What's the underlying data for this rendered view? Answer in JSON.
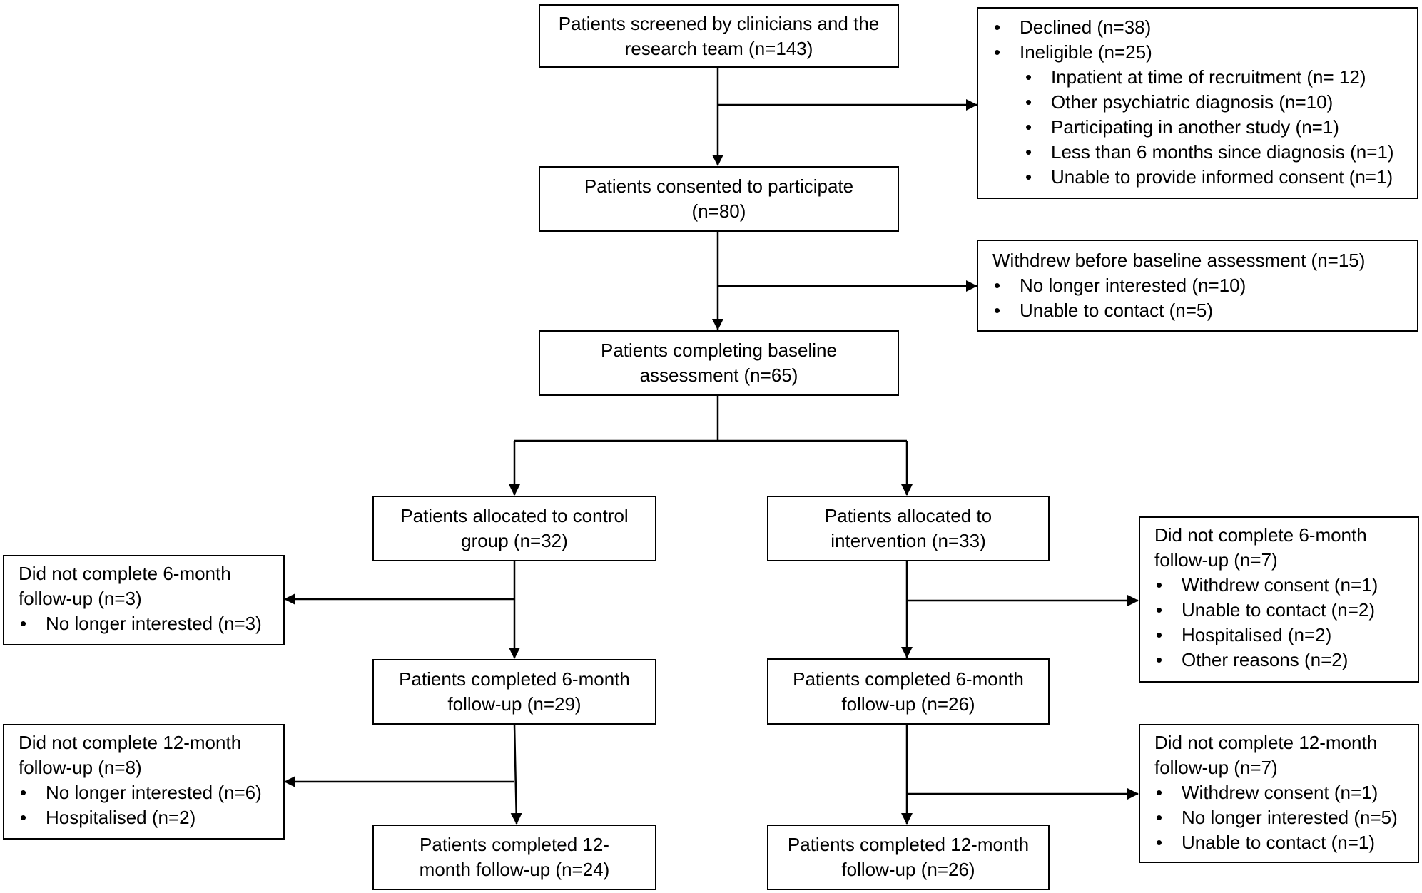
{
  "screened": {
    "line1": "Patients screened by clinicians and the",
    "line2": "research team (n=143)"
  },
  "excluded": {
    "items": [
      {
        "text": "Declined (n=38)",
        "level": 1
      },
      {
        "text": "Ineligible (n=25)",
        "level": 1
      },
      {
        "text": "Inpatient at time of recruitment (n= 12)",
        "level": 2
      },
      {
        "text": "Other psychiatric diagnosis (n=10)",
        "level": 2
      },
      {
        "text": "Participating in another study (n=1)",
        "level": 2
      },
      {
        "text": "Less than 6 months since diagnosis (n=1)",
        "level": 2
      },
      {
        "text": "Unable to provide informed consent (n=1)",
        "level": 2
      }
    ]
  },
  "consented": {
    "line1": "Patients consented to participate",
    "line2": "(n=80)"
  },
  "withdrew_baseline": {
    "title": "Withdrew before baseline assessment (n=15)",
    "items": [
      "No longer interested (n=10)",
      "Unable to contact (n=5)"
    ]
  },
  "baseline": {
    "line1": "Patients completing baseline",
    "line2": "assessment (n=65)"
  },
  "control": {
    "line1": "Patients allocated to control",
    "line2": "group (n=32)"
  },
  "intervention": {
    "line1": "Patients allocated to",
    "line2": "intervention (n=33)"
  },
  "control_lost_6m": {
    "title1": "Did not complete 6-month",
    "title2": "follow-up (n=3)",
    "items": [
      "No longer interested (n=3)"
    ]
  },
  "intervention_lost_6m": {
    "title1": "Did not complete 6-month",
    "title2": "follow-up (n=7)",
    "items": [
      "Withdrew consent (n=1)",
      "Unable to contact (n=2)",
      "Hospitalised (n=2)",
      "Other reasons (n=2)"
    ]
  },
  "control_6m": {
    "line1": "Patients completed 6-month",
    "line2": "follow-up (n=29)"
  },
  "intervention_6m": {
    "line1": "Patients completed 6-month",
    "line2": "follow-up (n=26)"
  },
  "control_lost_12m": {
    "title1": "Did not complete 12-month",
    "title2": "follow-up (n=8)",
    "items": [
      "No longer interested (n=6)",
      "Hospitalised (n=2)"
    ]
  },
  "intervention_lost_12m": {
    "title1": "Did not complete 12-month",
    "title2": "follow-up (n=7)",
    "items": [
      "Withdrew consent (n=1)",
      "No longer interested (n=5)",
      "Unable to contact (n=1)"
    ]
  },
  "control_12m": {
    "line1": "Patients completed 12-",
    "line2": "month follow-up (n=24)"
  },
  "intervention_12m": {
    "line1": "Patients completed 12-month",
    "line2": "follow-up (n=26)"
  }
}
